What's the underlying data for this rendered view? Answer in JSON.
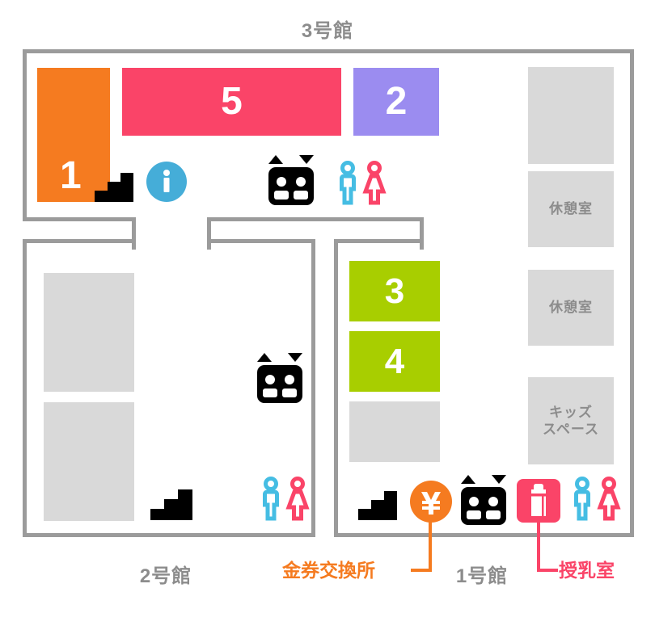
{
  "map": {
    "title_top": "3号館",
    "bottom_labels": [
      {
        "text": "2号館",
        "color": "#8c8c8c"
      },
      {
        "text": "1号館",
        "color": "#8c8c8c"
      }
    ],
    "callouts": [
      {
        "text": "金券交換所",
        "color": "#F57B20",
        "icon": "yen-exchange-icon"
      },
      {
        "text": "授乳室",
        "color": "#FA4468",
        "icon": "nursing-room-icon"
      }
    ]
  },
  "colors": {
    "orange": "#F57B20",
    "pink": "#FA4468",
    "purple": "#9B8CF0",
    "green": "#A8CE00",
    "gray_room": "#d9d9d9",
    "wall": "#9b9b9b",
    "text_gray": "#8c8c8c",
    "male_blue": "#45BDE3",
    "female_pink": "#FA4468",
    "info_blue": "#45ADD8",
    "black": "#000000"
  },
  "shops": [
    {
      "id": "shop-1",
      "label": "1",
      "color": "#F57B20"
    },
    {
      "id": "shop-5",
      "label": "5",
      "color": "#FA4468"
    },
    {
      "id": "shop-2",
      "label": "2",
      "color": "#9B8CF0"
    },
    {
      "id": "shop-3",
      "label": "3",
      "color": "#A8CE00"
    },
    {
      "id": "shop-4",
      "label": "4",
      "color": "#A8CE00"
    }
  ],
  "rooms": [
    {
      "id": "room-blank-1",
      "label": ""
    },
    {
      "id": "room-rest-1",
      "label": "休憩室"
    },
    {
      "id": "room-rest-2",
      "label": "休憩室"
    },
    {
      "id": "room-kids",
      "label": "キッズ\nスペース"
    },
    {
      "id": "room-blank-2",
      "label": ""
    },
    {
      "id": "room-blank-3",
      "label": ""
    },
    {
      "id": "room-blank-4",
      "label": ""
    }
  ],
  "facility_icons": [
    {
      "id": "stairs-3gokan",
      "name": "stairs-icon"
    },
    {
      "id": "info-3gokan",
      "name": "information-icon"
    },
    {
      "id": "elevator-3gokan",
      "name": "elevator-icon"
    },
    {
      "id": "restroom-3gokan",
      "name": "restroom-icon"
    },
    {
      "id": "elevator-2gokan",
      "name": "elevator-icon"
    },
    {
      "id": "stairs-2gokan",
      "name": "stairs-icon"
    },
    {
      "id": "restroom-2gokan",
      "name": "restroom-icon"
    },
    {
      "id": "stairs-1gokan",
      "name": "stairs-icon"
    },
    {
      "id": "yen-1gokan",
      "name": "yen-exchange-icon"
    },
    {
      "id": "elevator-1gokan",
      "name": "elevator-icon"
    },
    {
      "id": "nursing-1gokan",
      "name": "nursing-room-icon"
    },
    {
      "id": "restroom-1gokan",
      "name": "restroom-icon"
    }
  ]
}
